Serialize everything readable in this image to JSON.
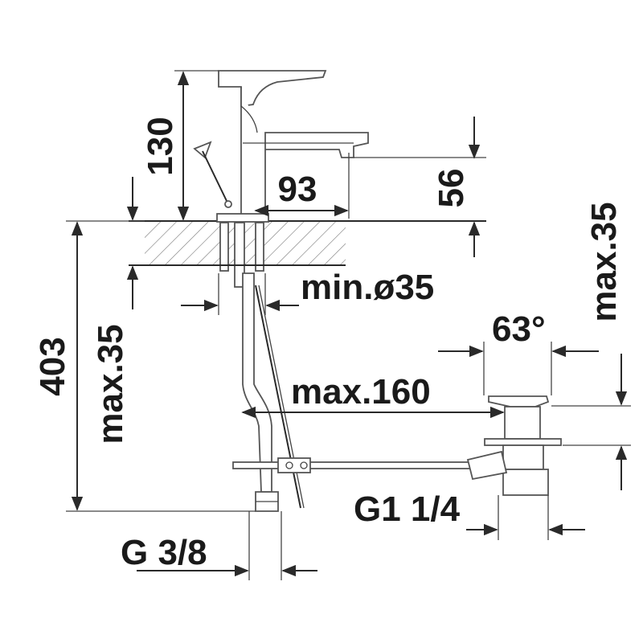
{
  "colors": {
    "line": "#2a2a2a",
    "text": "#1a1a1a",
    "hatch": "#777777",
    "background": "#ffffff"
  },
  "dimensions": {
    "tap_height": "130",
    "spout_reach": "93",
    "spout_height": "56",
    "deck_thickness_right": "max.35",
    "total_height": "403",
    "deck_thickness_left": "max.35",
    "hole_diameter": "min.ø35",
    "waste_angle": "63°",
    "rod_length": "max.160",
    "waste_thread": "G1 1/4",
    "hose_thread": "G 3/8"
  }
}
